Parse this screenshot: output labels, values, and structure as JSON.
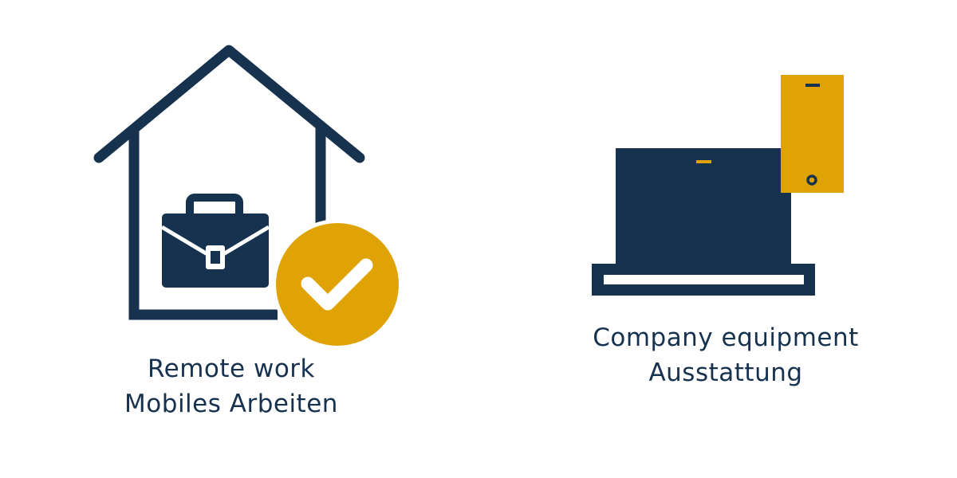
{
  "colors": {
    "navy": "#16324f",
    "gold": "#e0a305"
  },
  "items": [
    {
      "icon": "home-office-check-icon",
      "line1": "Remote work",
      "line2": "Mobiles Arbeiten"
    },
    {
      "icon": "laptop-phone-icon",
      "line1": "Company equipment",
      "line2": "Ausstattung"
    }
  ]
}
